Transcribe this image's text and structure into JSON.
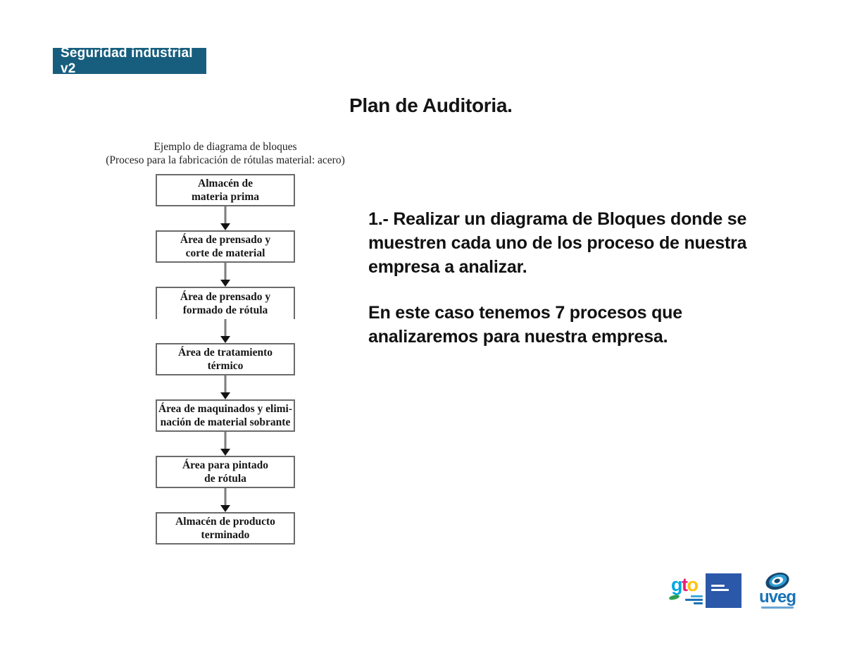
{
  "header": {
    "badge": "Seguridad industrial v2",
    "title": "Plan de Auditoria."
  },
  "diagram": {
    "heading_line1": "Ejemplo de diagrama de bloques",
    "heading_line2": "(Proceso para la fabricación de rótulas material: acero)",
    "blocks": [
      {
        "line1": "Almacén de",
        "line2": "materia prima"
      },
      {
        "line1": "Área de prensado y",
        "line2": "corte de material"
      },
      {
        "line1": "Área de prensado y",
        "line2": "formado de rótula"
      },
      {
        "line1": "Área de tratamiento",
        "line2": "térmico"
      },
      {
        "line1": "Área de maquinados y elimi-",
        "line2": "nación de material sobrante"
      },
      {
        "line1": "Área para pintado",
        "line2": "de rótula"
      },
      {
        "line1": "Almacén de producto",
        "line2": "terminado"
      }
    ]
  },
  "notes": {
    "paragraph1_lines": [
      "1.- Realizar un diagrama de Bloques donde se",
      "muestren cada uno de los proceso de nuestra",
      "empresa a analizar."
    ],
    "paragraph2_lines": [
      "En este caso tenemos 7 procesos que",
      "analizaremos para nuestra empresa."
    ]
  },
  "footer": {
    "gto_letters": [
      "g",
      "t",
      "o"
    ],
    "uveg_label": "uveg"
  },
  "colors": {
    "badge_bg": "#175e7e",
    "box_border": "#6b6b6b",
    "arrow": "#7d7d7d",
    "gov_square": "#2b58a8",
    "gto_g": "#00a7e1",
    "gto_t": "#ec1e79",
    "gto_o": "#ffc20e",
    "uveg_blue": "#1873b8"
  }
}
